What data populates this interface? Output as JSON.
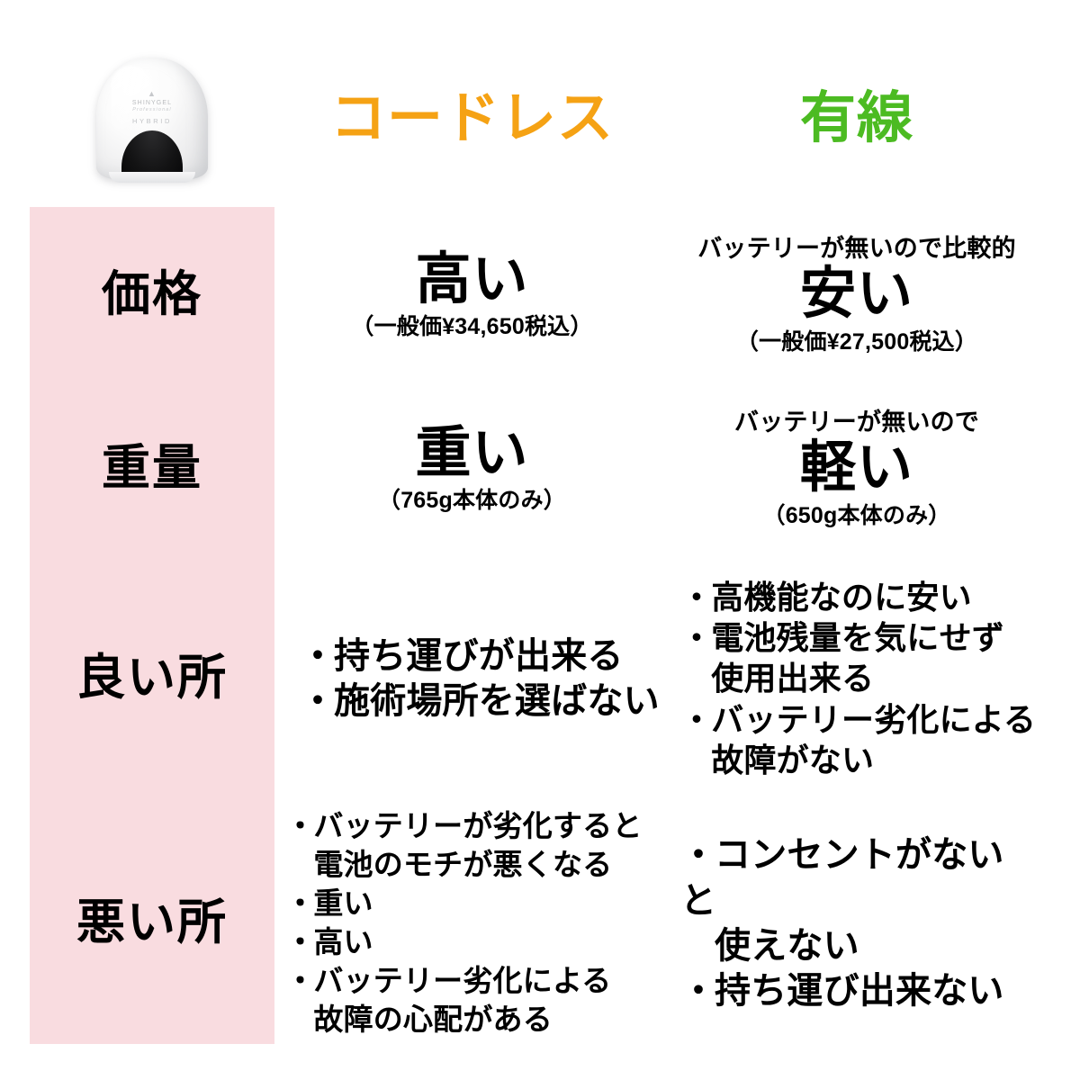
{
  "product": {
    "image_alt": "nail-lamp-product-photo",
    "brand_mark": "▲",
    "brand_name": "SHINYGEL",
    "brand_sub": "Professional",
    "model_label": "HYBRID"
  },
  "colors": {
    "cordless_accent": "#F5A214",
    "corded_accent": "#4CBB22",
    "row_label_background": "#F9DCE0",
    "grid_line": "#222222",
    "text": "#000000"
  },
  "columns": {
    "label": "",
    "cordless": "コードレス",
    "corded": "有線"
  },
  "rows": {
    "price": {
      "label": "価格",
      "cordless": {
        "note_top": "",
        "headline": "高い",
        "note_bottom": "（一般価¥34,650税込）"
      },
      "corded": {
        "note_top": "バッテリーが無いので比較的",
        "headline": "安い",
        "note_bottom": "（一般価¥27,500税込）"
      }
    },
    "weight": {
      "label": "重量",
      "cordless": {
        "note_top": "",
        "headline": "重い",
        "note_bottom": "（765g本体のみ）"
      },
      "corded": {
        "note_top": "バッテリーが無いので",
        "headline": "軽い",
        "note_bottom": "（650g本体のみ）"
      }
    },
    "good": {
      "label": "良い所",
      "cordless_bullets": [
        {
          "line1": "持ち運びが出来る",
          "line2": ""
        },
        {
          "line1": "施術場所を選ばない",
          "line2": ""
        }
      ],
      "corded_bullets": [
        {
          "line1": "高機能なのに安い",
          "line2": ""
        },
        {
          "line1": "電池残量を気にせず",
          "line2": "使用出来る"
        },
        {
          "line1": "バッテリー劣化による",
          "line2": "故障がない"
        }
      ]
    },
    "bad": {
      "label": "悪い所",
      "cordless_bullets": [
        {
          "line1": "バッテリーが劣化すると",
          "line2": "電池のモチが悪くなる"
        },
        {
          "line1": "重い",
          "line2": ""
        },
        {
          "line1": "高い",
          "line2": ""
        },
        {
          "line1": "バッテリー劣化による",
          "line2": "故障の心配がある"
        }
      ],
      "corded_bullets": [
        {
          "line1": "コンセントがないと",
          "line2": "使えない"
        },
        {
          "line1": "持ち運び出来ない",
          "line2": ""
        }
      ]
    }
  },
  "bullet_mark": "・"
}
